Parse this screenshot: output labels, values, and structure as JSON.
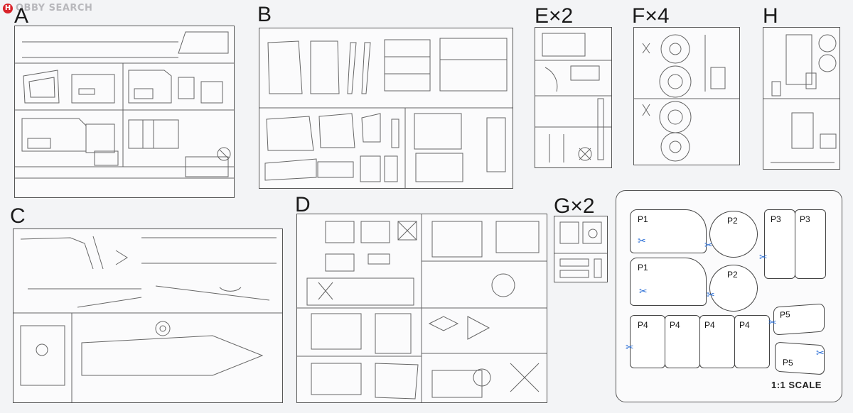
{
  "watermark": {
    "logo": "H",
    "brand": "OBBY SEARCH"
  },
  "labels": {
    "A": "A",
    "B": "B",
    "E": "E×2",
    "F": "F×4",
    "H": "H",
    "C": "C",
    "D": "D",
    "G": "G×2"
  },
  "sheet": {
    "pieces": [
      "P1",
      "P2",
      "P3",
      "P3",
      "P1",
      "P2",
      "P4",
      "P4",
      "P4",
      "P4",
      "P5",
      "P5"
    ],
    "cut_mark": "✂",
    "scale": "1:1 SCALE"
  }
}
